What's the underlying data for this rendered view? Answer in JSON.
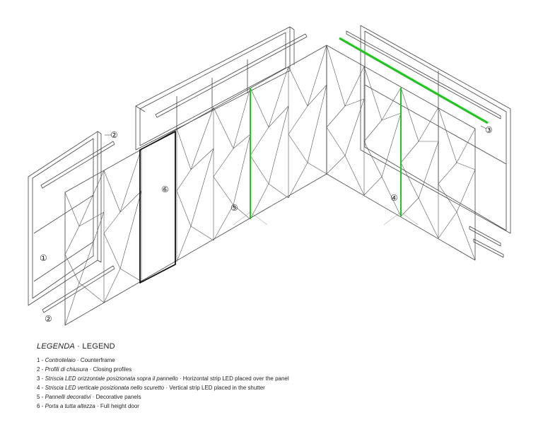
{
  "legend": {
    "title_it": "LEGENDA",
    "separator": "·",
    "title_en": "LEGEND",
    "items": [
      {
        "num": "1",
        "it": "Controtelaio",
        "en": "Counterframe"
      },
      {
        "num": "2",
        "it": "Profili di chiusura",
        "en": "Closing profiles"
      },
      {
        "num": "3",
        "it": "Striscia LED orizzontale posizionata sopra il pannello",
        "en": "Horizontal strip LED placed over the panel"
      },
      {
        "num": "4",
        "it": "Striscia LED verticale posizionata nello scuretto",
        "en": "Vertical strip LED placed in the shutter"
      },
      {
        "num": "5",
        "it": "Pannelli decorativi",
        "en": "Decorative panels"
      },
      {
        "num": "6",
        "it": "Porta a tutta altezza",
        "en": "Full height door"
      }
    ]
  },
  "callouts": {
    "c1": "①",
    "c2a": "②",
    "c2b": "②",
    "c3": "③",
    "c4": "④",
    "c5": "⑤",
    "c6": "⑥"
  },
  "colors": {
    "led": "#22c422",
    "line": "#444444",
    "door": "#111111"
  }
}
